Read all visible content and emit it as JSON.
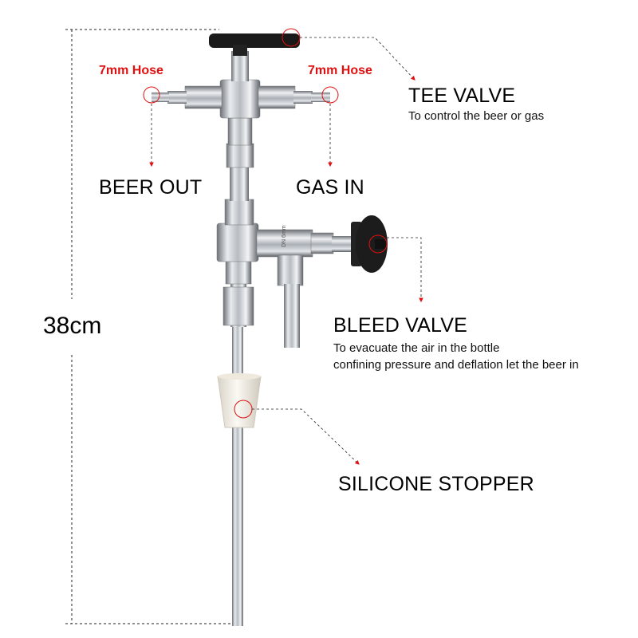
{
  "measurement": {
    "length_label": "38cm"
  },
  "hose_labels": {
    "left": "7mm Hose",
    "right": "7mm Hose"
  },
  "ports": {
    "beer_out": "BEER OUT",
    "gas_in": "GAS IN"
  },
  "tee_valve": {
    "title": "TEE VALVE",
    "description": "To control the beer or gas"
  },
  "bleed_valve": {
    "title": "BLEED VALVE",
    "description_line1": "To evacuate the air in the bottle",
    "description_line2": "confining pressure and deflation let the beer in"
  },
  "stopper": {
    "title": "SILICONE STOPPER"
  },
  "valve_marking": "DN 6mm",
  "colors": {
    "accent": "#e01010",
    "metal": "#c8ccd0",
    "handle": "#1a1a1a",
    "stopper": "#f3efe6"
  }
}
